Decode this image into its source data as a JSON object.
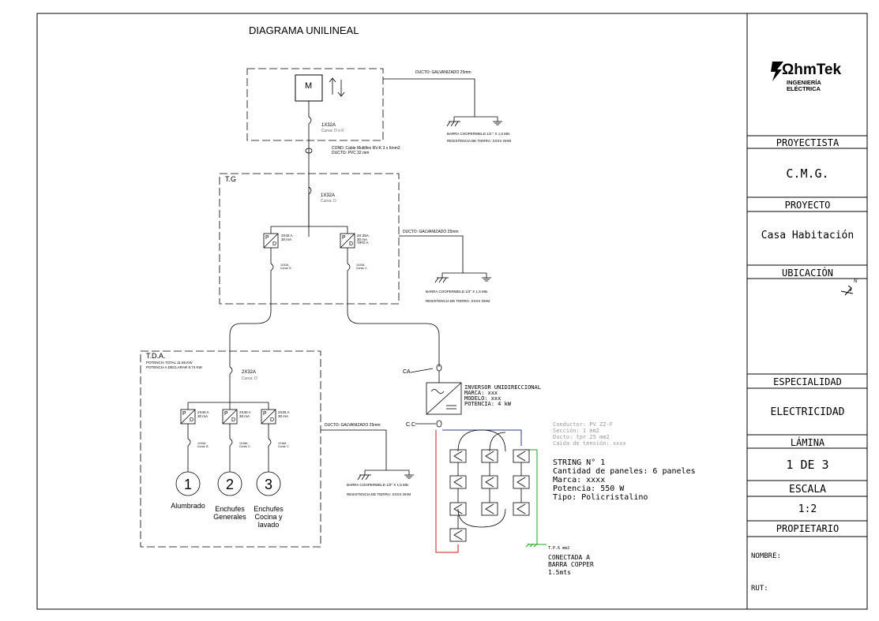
{
  "title": "DIAGRAMA UNILINEAL",
  "meter": {
    "label": "M",
    "duct": "DUCTO: GALVANIZADO 25mm",
    "breaker": "1X32A",
    "curve": "Curva: D o K",
    "cable": "COND: Cable Multiflex RV-K 3 x 6mm2",
    "cable_duct": "DUCTO: PVC 32 mm",
    "ground_bar": "BARRA COOPERWELD 1/2 \" X 1,5 Mts",
    "ground_res": "RESISTENCIA DE TIERRA: XXXX OHM"
  },
  "tg": {
    "label": "T.G",
    "breaker": "1X32A",
    "curve": "Curva: D",
    "dif1": "2X32 A\n30 mA",
    "dif2": "2X 25A\n30 mA\nTIPO A",
    "sub1": "1X32A\nCurva: D",
    "sub2": "1X20A\nCurva: C",
    "duct": "DUCTO: GALVANIZADO 25mm",
    "ground_bar": "BARRA COOPERWELD 1/2\" X 1,5 Mts",
    "ground_res": "RESISTENCIA DE TIERRA: XXXX OHM"
  },
  "tda": {
    "label": "T.D.A.",
    "power_total": "POTENCIA TOTAL 11.65 KW",
    "power_declared": "POTENCIA A DECLARAR 8.74 KW",
    "breaker": "2X32A",
    "curve": "Curva: D",
    "dif1": "2X40 A\n30 mA",
    "dif2": "2X40 A\n30 mA",
    "dif3": "2X25 A\n30 mA",
    "sub1": "1X10A\nCurva: B",
    "sub2": "1X16A\nCurva: C",
    "sub3": "1X16A\nCurva: C",
    "duct": "DUCTO: GALVANIZADO 25mm",
    "ground_bar": "BARRA COOPERWELD 1/2\" X 1,5 Mts",
    "ground_res": "RESISTENCIA DE TIERRA: XXXX OHM",
    "circuits": [
      {
        "num": "1",
        "name": "Alumbrado"
      },
      {
        "num": "2",
        "name": "Enchufes\nGenerales"
      },
      {
        "num": "3",
        "name": "Enchufes\nCocina y\nlavado"
      }
    ]
  },
  "inverter": {
    "ca": "CA",
    "cc": "C.C",
    "lines": [
      "INVERSOR UNIDIRECCIONAL",
      "MARCA: xxx",
      "MODELO: xxx",
      "POTENCIA: 4 kW"
    ]
  },
  "conductor": [
    "Conductor: PV ZZ-F",
    "Sección: 1 mm2",
    "Ducto: tpr 25 mm2",
    "Caída de tensión: xxxx"
  ],
  "string": [
    "STRING N° 1",
    "Cantidad de paneles: 6 paneles",
    "Marca: xxxx",
    "Potencia: 550 W",
    "Tipo: Policristalino"
  ],
  "pv_ground": [
    "T.P.6 mm2",
    "CONECTADA A",
    "BARRA COPPER",
    "1.5mts"
  ],
  "title_block": {
    "logo": "ΩhmTek",
    "logo_sub1": "INGENIERÍA",
    "logo_sub2": "ELÉCTRICA",
    "proyectista_label": "PROYECTISTA",
    "proyectista": "C.M.G.",
    "proyecto_label": "PROYECTO",
    "proyecto": "Casa Habitación",
    "ubicacion_label": "UBICACIÓN",
    "north": "N",
    "especialidad_label": "ESPECIALIDAD",
    "especialidad": "ELECTRICIDAD",
    "lamina_label": "LÁMINA",
    "lamina": "1 DE 3",
    "escala_label": "ESCALA",
    "escala": "1:2",
    "propietario_label": "PROPIETARIO",
    "nombre": "NOMBRE:",
    "rut": "RUT:"
  }
}
